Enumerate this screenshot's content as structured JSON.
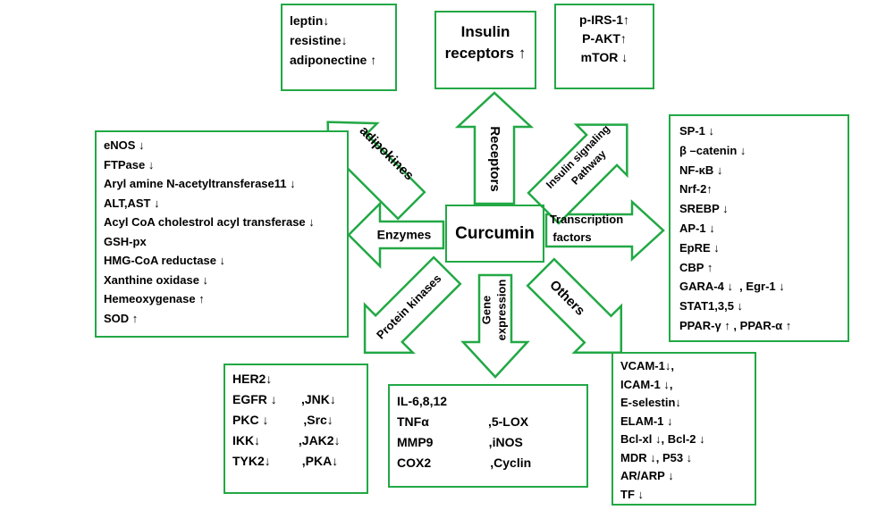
{
  "center": "Curcumin",
  "colors": {
    "stroke": "#22a845",
    "text": "#000000",
    "background": "#ffffff"
  },
  "arrows": {
    "adipokines": "adipokines",
    "receptors": "Receptors",
    "insulin_pathway": [
      "Insulin signaling",
      "Pathway"
    ],
    "enzymes": "Enzymes",
    "transcription": [
      "Transcription",
      "factors"
    ],
    "protein_kinases": "Protein kinases",
    "gene_expression": [
      "Gene",
      "expression"
    ],
    "others": "Others"
  },
  "boxes": {
    "adipokines": [
      "leptin↓",
      "resistine↓",
      "adiponectine ↑"
    ],
    "receptors": [
      "Insulin",
      "receptors ↑"
    ],
    "insulin_pathway": [
      "p-IRS-1↑",
      "P-AKT↑",
      "mTOR ↓"
    ],
    "enzymes": [
      "eNOS ↓",
      "FTPase ↓",
      "Aryl amine N-acetyltransferase11 ↓",
      "ALT,AST ↓",
      "Acyl CoA cholestrol acyl transferase ↓",
      "GSH-px",
      "HMG-CoA reductase ↓",
      "Xanthine oxidase ↓",
      "Hemeoxygenase ↑",
      "SOD ↑"
    ],
    "transcription": [
      "SP-1 ↓",
      "β –catenin ↓",
      "NF-κB ↓",
      "Nrf-2↑",
      "SREBP ↓",
      "AP-1 ↓",
      "EpRE ↓",
      "CBP ↑",
      "GARA-4 ↓  , Egr-1 ↓",
      "STAT1,3,5 ↓",
      "PPAR-γ ↑ , PPAR-α ↑"
    ],
    "protein_kinases": [
      "HER2↓",
      "EGFR ↓       ,JNK↓",
      "PKC ↓          ,Src↓",
      "IKK↓           ,JAK2↓",
      "TYK2↓         ,PKA↓"
    ],
    "gene_expression": [
      "IL-6,8,12",
      "TNFα                 ,5-LOX",
      "MMP9                ,iNOS",
      "COX2                 ,Cyclin"
    ],
    "others": [
      "VCAM-1↓,",
      "ICAM-1 ↓,",
      "E-selestin↓",
      "ELAM-1 ↓",
      "Bcl-xl ↓, Bcl-2 ↓",
      "MDR ↓, P53 ↓",
      "AR/ARP ↓",
      "TF ↓"
    ]
  }
}
